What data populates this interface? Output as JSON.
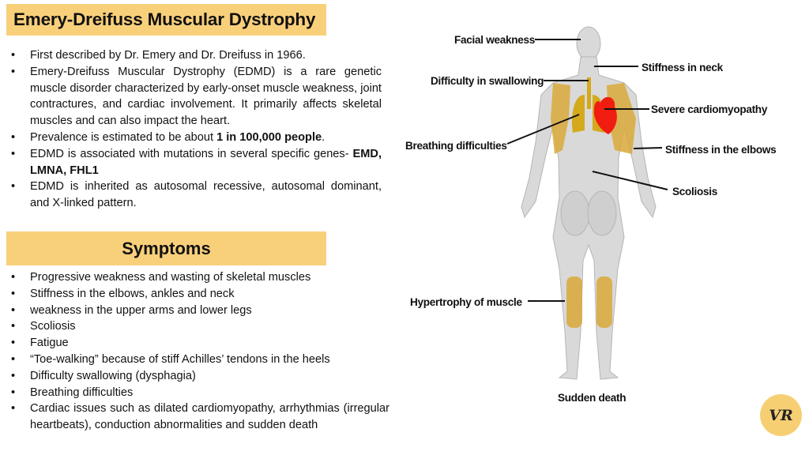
{
  "title": "Emery-Dreifuss Muscular Dystrophy",
  "intro": [
    {
      "text": "First described by Dr. Emery and Dr. Dreifuss in 1966."
    },
    {
      "text": "Emery-Dreifuss Muscular Dystrophy (EDMD) is a rare genetic muscle disorder characterized by early-onset muscle weakness, joint contractures, and cardiac involvement. It primarily affects skeletal muscles and can also impact the heart."
    },
    {
      "pre": "Prevalence is estimated to be about ",
      "bold": "1 in 100,000 people",
      "post": "."
    },
    {
      "pre": "EDMD is associated with mutations in several specific genes- ",
      "bold": "EMD, LMNA, FHL1",
      "post": ""
    },
    {
      "text": "EDMD is inherited as autosomal recessive, autosomal dominant, and X-linked pattern."
    }
  ],
  "symptoms_heading": "Symptoms",
  "symptoms": [
    "Progressive weakness and wasting of skeletal muscles",
    "Stiffness in the elbows, ankles and neck",
    "weakness in the upper arms and lower legs",
    "Scoliosis",
    "Fatigue",
    "“Toe-walking” because of stiff Achilles’ tendons in the heels",
    "Difficulty swallowing (dysphagia)",
    "Breathing difficulties",
    "Cardiac issues such as dilated cardiomyopathy, arrhythmias (irregular heartbeats), conduction abnormalities and sudden death"
  ],
  "figure": {
    "labels": {
      "facial": "Facial weakness",
      "neck": "Stiffness in neck",
      "swallow": "Difficulty in swallowing",
      "cardio": "Severe cardiomyopathy",
      "breath": "Breathing difficulties",
      "elbows": "Stiffness in the elbows",
      "scoliosis": "Scoliosis",
      "hypertrophy": "Hypertrophy of muscle",
      "death": "Sudden death"
    },
    "colors": {
      "muscle": "#d9a93a",
      "heart": "#f01d10",
      "body": "#d8d8d8"
    }
  },
  "logo": "VR"
}
